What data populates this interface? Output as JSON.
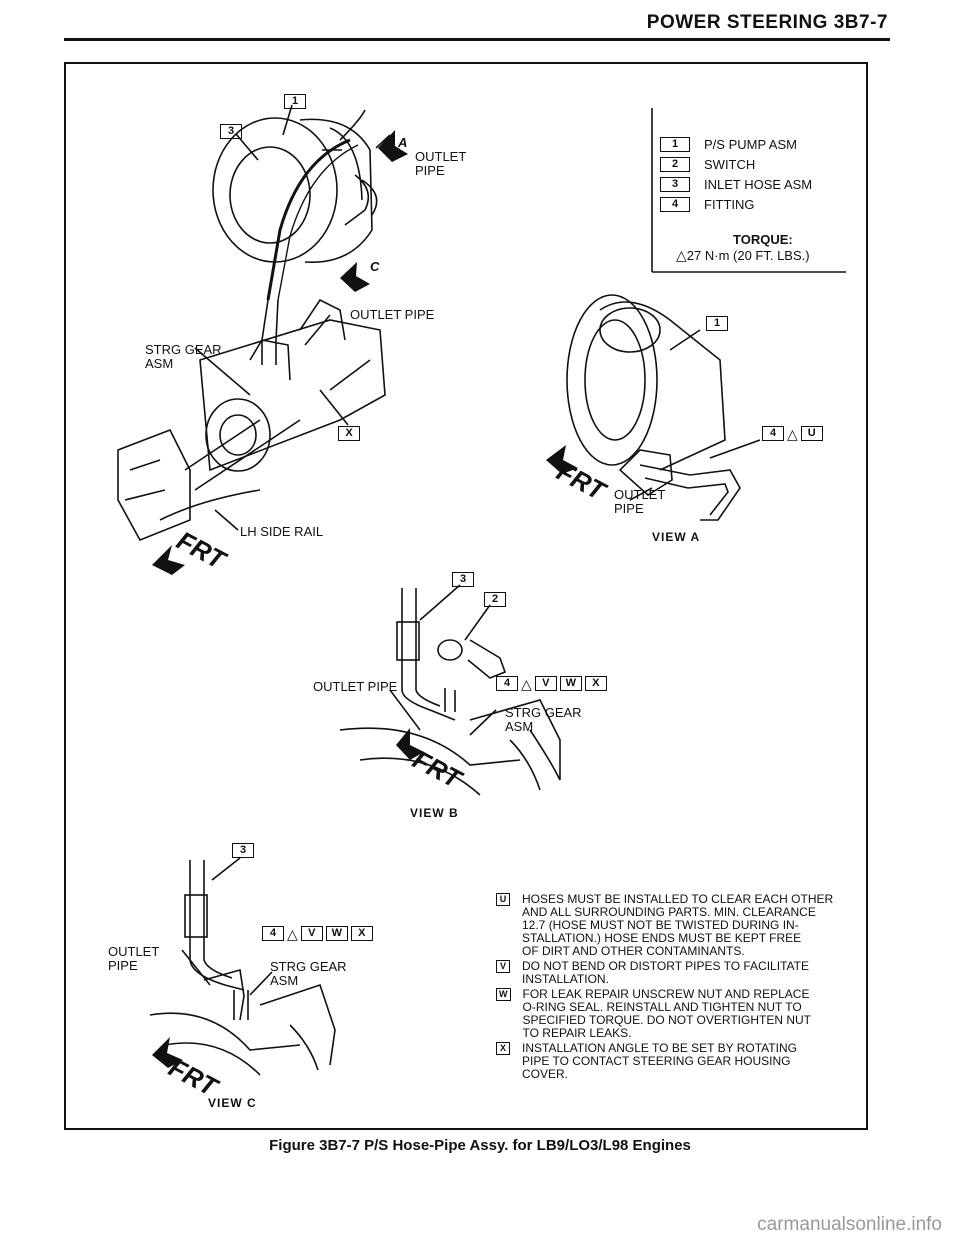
{
  "header": {
    "title": "POWER STEERING 3B7-7"
  },
  "legend": {
    "items": [
      {
        "num": "1",
        "label": "P/S PUMP ASM"
      },
      {
        "num": "2",
        "label": "SWITCH"
      },
      {
        "num": "3",
        "label": "INLET HOSE ASM"
      },
      {
        "num": "4",
        "label": "FITTING"
      }
    ],
    "torque_title": "TORQUE:",
    "torque_value": "27 N·m (20 FT. LBS.)"
  },
  "main_view": {
    "callout_1": "1",
    "callout_3": "3",
    "callout_x": "X",
    "marker_a": "A",
    "marker_c": "C",
    "outlet_pipe_top": "OUTLET\nPIPE",
    "outlet_pipe_mid": "OUTLET PIPE",
    "strg_gear": "STRG GEAR\nASM",
    "lh_side_rail": "LH SIDE RAIL",
    "frt": "FRT"
  },
  "view_a": {
    "title": "VIEW A",
    "callout_1": "1",
    "callouts": [
      "4",
      "U"
    ],
    "outlet_pipe": "OUTLET\nPIPE",
    "frt": "FRT"
  },
  "view_b": {
    "title": "VIEW B",
    "callout_3": "3",
    "callout_2": "2",
    "callouts": [
      "4",
      "V",
      "W",
      "X"
    ],
    "outlet_pipe": "OUTLET PIPE",
    "strg_gear": "STRG GEAR\nASM",
    "frt": "FRT"
  },
  "view_c": {
    "title": "VIEW C",
    "callout_3": "3",
    "callouts": [
      "4",
      "V",
      "W",
      "X"
    ],
    "outlet_pipe": "OUTLET\nPIPE",
    "strg_gear": "STRG GEAR\nASM",
    "frt": "FRT"
  },
  "notes": [
    {
      "key": "U",
      "text": "HOSES MUST BE INSTALLED TO CLEAR EACH OTHER\nAND ALL SURROUNDING PARTS. MIN. CLEARANCE\n12.7 (HOSE MUST NOT BE TWISTED DURING IN-\nSTALLATION.) HOSE ENDS MUST BE KEPT FREE\nOF DIRT AND OTHER CONTAMINANTS."
    },
    {
      "key": "V",
      "text": "DO NOT BEND OR DISTORT PIPES TO FACILITATE\nINSTALLATION."
    },
    {
      "key": "W",
      "text": "FOR LEAK REPAIR UNSCREW NUT AND REPLACE\nO-RING SEAL. REINSTALL AND TIGHTEN NUT TO\nSPECIFIED TORQUE. DO NOT OVERTIGHTEN NUT\nTO REPAIR LEAKS."
    },
    {
      "key": "X",
      "text": "INSTALLATION ANGLE TO BE SET BY ROTATING\nPIPE TO CONTACT STEERING GEAR HOUSING\nCOVER."
    }
  ],
  "caption": "Figure 3B7-7 P/S Hose-Pipe Assy. for LB9/LO3/L98 Engines",
  "watermark": "carmanualsonline.info"
}
